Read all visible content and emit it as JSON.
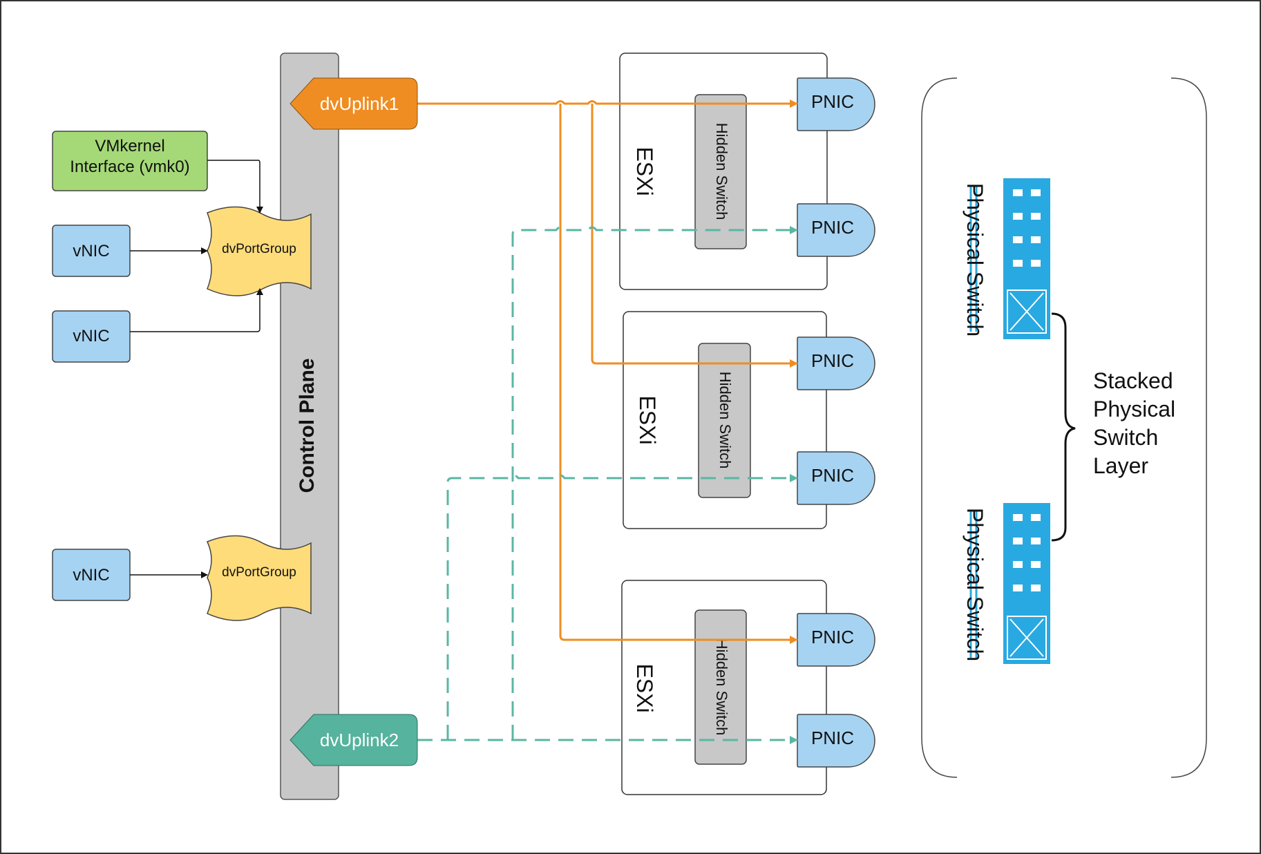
{
  "vmkernel": {
    "line1": "VMkernel",
    "line2": "Interface (vmk0)"
  },
  "vnics": [
    "vNIC",
    "vNIC",
    "vNIC"
  ],
  "portgroups": [
    "dvPortGroup",
    "dvPortGroup"
  ],
  "control_plane": "Control Plane",
  "uplinks": [
    "dvUplink1",
    "dvUplink2"
  ],
  "hosts": [
    {
      "label": "ESXi",
      "switch": "Hidden Switch",
      "pnics": [
        "PNIC",
        "PNIC"
      ]
    },
    {
      "label": "ESXi",
      "switch": "Hidden Switch",
      "pnics": [
        "PNIC",
        "PNIC"
      ]
    },
    {
      "label": "ESXi",
      "switch": "Hidden Switch",
      "pnics": [
        "PNIC",
        "PNIC"
      ]
    }
  ],
  "physical_switches": [
    "Physical Switch",
    "Physical Switch"
  ],
  "stacked_label": [
    "Stacked",
    "Physical",
    "Switch",
    "Layer"
  ],
  "colors": {
    "orange": "#ef8d22",
    "teal": "#5ab6a3",
    "teal_fill": "#56b39d",
    "blue": "#a6d3f2",
    "green": "#a5d977",
    "yellow": "#fedc7a",
    "gray": "#c8c8c8",
    "switch_blue": "#29a9e1"
  }
}
